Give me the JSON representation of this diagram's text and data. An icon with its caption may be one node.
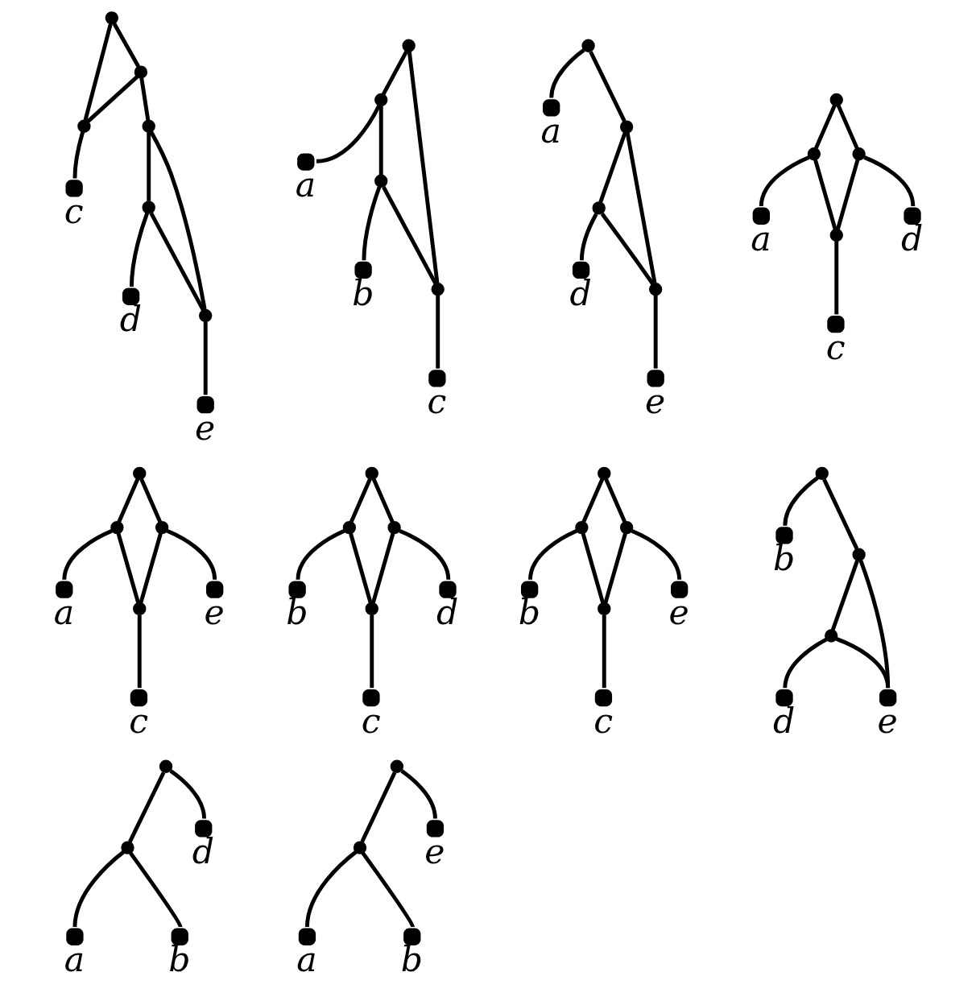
{
  "diagram": {
    "nodes": [
      {
        "text": [],
        "shape": "circle"
      },
      {
        "text": [],
        "shape": "circle"
      },
      {
        "text": [],
        "shape": "circle",
        "beside": [
          "a"
        ]
      },
      {
        "text": [],
        "shape": "circle"
      },
      {
        "text": [],
        "shape": "circle",
        "beside": [
          "b"
        ]
      },
      {
        "text": [],
        "shape": "circle"
      },
      {
        "text": [],
        "shape": "circle",
        "beside": [
          "c"
        ]
      },
      {
        "text": [],
        "shape": "circle"
      },
      {
        "text": [],
        "shape": "circle"
      },
      {
        "text": [],
        "shape": "circle",
        "beside": [
          "a"
        ]
      },
      {
        "text": [],
        "shape": "circle",
        "beside": [
          "b"
        ]
      },
      {
        "text": [],
        "shape": "circle",
        "beside": [
          "d"
        ]
      },
      {
        "text": [],
        "shape": "circle"
      },
      {
        "text": [],
        "shape": "circle"
      },
      {
        "text": [],
        "shape": "circle",
        "beside": [
          "a"
        ]
      },
      {
        "text": [],
        "shape": "circle",
        "beside": [
          "b"
        ]
      },
      {
        "text": [],
        "shape": "circle",
        "beside": [
          "e"
        ]
      },
      {
        "text": [],
        "shape": "circle"
      },
      {
        "text": [],
        "shape": "circle",
        "beside": [
          "a"
        ]
      },
      {
        "text": [],
        "shape": "circle"
      },
      {
        "text": [],
        "shape": "circle"
      },
      {
        "text": [],
        "shape": "circle",
        "beside": [
          "d"
        ]
      },
      {
        "text": [],
        "shape": "circle"
      },
      {
        "text": [],
        "shape": "circle",
        "beside": [
          "e"
        ]
      },
      {
        "text": [],
        "shape": "circle"
      },
      {
        "text": [],
        "shape": "circle",
        "beside": [
          "b"
        ]
      },
      {
        "text": [],
        "shape": "circle"
      },
      {
        "text": [],
        "shape": "circle"
      },
      {
        "text": [],
        "shape": "circle",
        "beside": [
          "d"
        ]
      },
      {
        "text": [],
        "shape": "circle",
        "beside": [
          "e"
        ]
      },
      {
        "text": [],
        "shape": "circle"
      },
      {
        "text": [],
        "shape": "circle"
      },
      {
        "text": [],
        "shape": "circle"
      },
      {
        "text": [],
        "shape": "circle",
        "beside": [
          "a"
        ]
      },
      {
        "text": [],
        "shape": "circle"
      },
      {
        "text": [],
        "shape": "circle",
        "beside": [
          "d"
        ]
      },
      {
        "text": [],
        "shape": "circle",
        "beside": [
          "c"
        ]
      },
      {
        "text": [],
        "shape": "circle"
      },
      {
        "text": [],
        "shape": "circle"
      },
      {
        "text": [],
        "shape": "circle"
      },
      {
        "text": [],
        "shape": "circle",
        "beside": [
          "a"
        ]
      },
      {
        "text": [],
        "shape": "circle"
      },
      {
        "text": [],
        "shape": "circle",
        "beside": [
          "e"
        ]
      },
      {
        "text": [],
        "shape": "circle",
        "beside": [
          "c"
        ]
      },
      {
        "text": [],
        "shape": "circle"
      },
      {
        "text": [],
        "shape": "circle"
      },
      {
        "text": [],
        "shape": "circle"
      },
      {
        "text": [],
        "shape": "circle",
        "beside": [
          "b"
        ]
      },
      {
        "text": [],
        "shape": "circle"
      },
      {
        "text": [],
        "shape": "circle",
        "beside": [
          "d"
        ]
      },
      {
        "text": [],
        "shape": "circle",
        "beside": [
          "c"
        ]
      },
      {
        "text": [],
        "shape": "circle"
      },
      {
        "text": [],
        "shape": "circle"
      },
      {
        "text": [],
        "shape": "circle"
      },
      {
        "text": [],
        "shape": "circle",
        "beside": [
          "b"
        ]
      },
      {
        "text": [],
        "shape": "circle"
      },
      {
        "text": [],
        "shape": "circle",
        "beside": [
          "e"
        ]
      },
      {
        "text": [],
        "shape": "circle",
        "beside": [
          "c"
        ]
      },
      {
        "text": [],
        "shape": "circle"
      },
      {
        "text": [],
        "shape": "circle"
      },
      {
        "text": [],
        "shape": "circle"
      },
      {
        "text": [],
        "shape": "circle",
        "beside": [
          "c"
        ]
      },
      {
        "text": [],
        "shape": "circle"
      },
      {
        "text": [],
        "shape": "circle"
      },
      {
        "text": [],
        "shape": "circle",
        "beside": [
          "d"
        ]
      },
      {
        "text": [],
        "shape": "circle"
      },
      {
        "text": [],
        "shape": "circle",
        "beside": [
          "e"
        ]
      }
    ],
    "edges": [
      {
        "from": 0,
        "to": 1,
        "arrow": "none"
      },
      {
        "from": 0,
        "to": 5,
        "arrow": "none"
      },
      {
        "from": 1,
        "to": 2,
        "arrow": "none"
      },
      {
        "from": 1,
        "to": 3,
        "arrow": "none"
      },
      {
        "from": 3,
        "to": 4,
        "arrow": "none"
      },
      {
        "from": 3,
        "to": 5,
        "arrow": "none"
      },
      {
        "from": 5,
        "to": 6,
        "arrow": "none"
      },
      {
        "from": 7,
        "to": 8,
        "arrow": "none"
      },
      {
        "from": 7,
        "to": 11,
        "arrow": "none"
      },
      {
        "from": 8,
        "to": 9,
        "arrow": "none"
      },
      {
        "from": 8,
        "to": 10,
        "arrow": "none"
      },
      {
        "from": 12,
        "to": 13,
        "arrow": "none"
      },
      {
        "from": 12,
        "to": 16,
        "arrow": "none"
      },
      {
        "from": 13,
        "to": 14,
        "arrow": "none"
      },
      {
        "from": 13,
        "to": 15,
        "arrow": "none"
      },
      {
        "from": 17,
        "to": 18,
        "arrow": "none"
      },
      {
        "from": 17,
        "to": 19,
        "arrow": "none"
      },
      {
        "from": 19,
        "to": 20,
        "arrow": "none"
      },
      {
        "from": 19,
        "to": 22,
        "arrow": "none"
      },
      {
        "from": 20,
        "to": 21,
        "arrow": "none"
      },
      {
        "from": 20,
        "to": 22,
        "arrow": "none"
      },
      {
        "from": 22,
        "to": 23,
        "arrow": "none"
      },
      {
        "from": 24,
        "to": 25,
        "arrow": "none"
      },
      {
        "from": 24,
        "to": 26,
        "arrow": "none"
      },
      {
        "from": 26,
        "to": 27,
        "arrow": "none"
      },
      {
        "from": 27,
        "to": 28,
        "arrow": "none"
      },
      {
        "from": 27,
        "to": 29,
        "arrow": "none"
      },
      {
        "from": 26,
        "to": 29,
        "arrow": "none"
      },
      {
        "from": 30,
        "to": 31,
        "arrow": "none"
      },
      {
        "from": 30,
        "to": 32,
        "arrow": "none"
      },
      {
        "from": 31,
        "to": 33,
        "arrow": "none"
      },
      {
        "from": 31,
        "to": 34,
        "arrow": "none"
      },
      {
        "from": 32,
        "to": 34,
        "arrow": "none"
      },
      {
        "from": 32,
        "to": 35,
        "arrow": "none"
      },
      {
        "from": 34,
        "to": 36,
        "arrow": "none"
      },
      {
        "from": 37,
        "to": 38,
        "arrow": "none"
      },
      {
        "from": 37,
        "to": 39,
        "arrow": "none"
      },
      {
        "from": 38,
        "to": 40,
        "arrow": "none"
      },
      {
        "from": 38,
        "to": 41,
        "arrow": "none"
      },
      {
        "from": 39,
        "to": 41,
        "arrow": "none"
      },
      {
        "from": 39,
        "to": 42,
        "arrow": "none"
      },
      {
        "from": 41,
        "to": 43,
        "arrow": "none"
      },
      {
        "from": 44,
        "to": 45,
        "arrow": "none"
      },
      {
        "from": 44,
        "to": 46,
        "arrow": "none"
      },
      {
        "from": 45,
        "to": 47,
        "arrow": "none"
      },
      {
        "from": 45,
        "to": 48,
        "arrow": "none"
      },
      {
        "from": 46,
        "to": 48,
        "arrow": "none"
      },
      {
        "from": 46,
        "to": 49,
        "arrow": "none"
      },
      {
        "from": 48,
        "to": 50,
        "arrow": "none"
      },
      {
        "from": 51,
        "to": 52,
        "arrow": "none"
      },
      {
        "from": 51,
        "to": 53,
        "arrow": "none"
      },
      {
        "from": 52,
        "to": 54,
        "arrow": "none"
      },
      {
        "from": 52,
        "to": 55,
        "arrow": "none"
      },
      {
        "from": 53,
        "to": 55,
        "arrow": "none"
      },
      {
        "from": 53,
        "to": 56,
        "arrow": "none"
      },
      {
        "from": 55,
        "to": 57,
        "arrow": "none"
      },
      {
        "from": 58,
        "to": 59,
        "arrow": "none"
      },
      {
        "from": 58,
        "to": 60,
        "arrow": "none"
      },
      {
        "from": 59,
        "to": 60,
        "arrow": "none"
      },
      {
        "from": 59,
        "to": 62,
        "arrow": "none"
      },
      {
        "from": 60,
        "to": 61,
        "arrow": "none"
      },
      {
        "from": 62,
        "to": 63,
        "arrow": "none"
      },
      {
        "from": 62,
        "to": 65,
        "arrow": "none"
      },
      {
        "from": 63,
        "to": 64,
        "arrow": "none"
      },
      {
        "from": 63,
        "to": 65,
        "arrow": "none"
      },
      {
        "from": 65,
        "to": 66,
        "arrow": "none"
      }
    ]
  }
}
